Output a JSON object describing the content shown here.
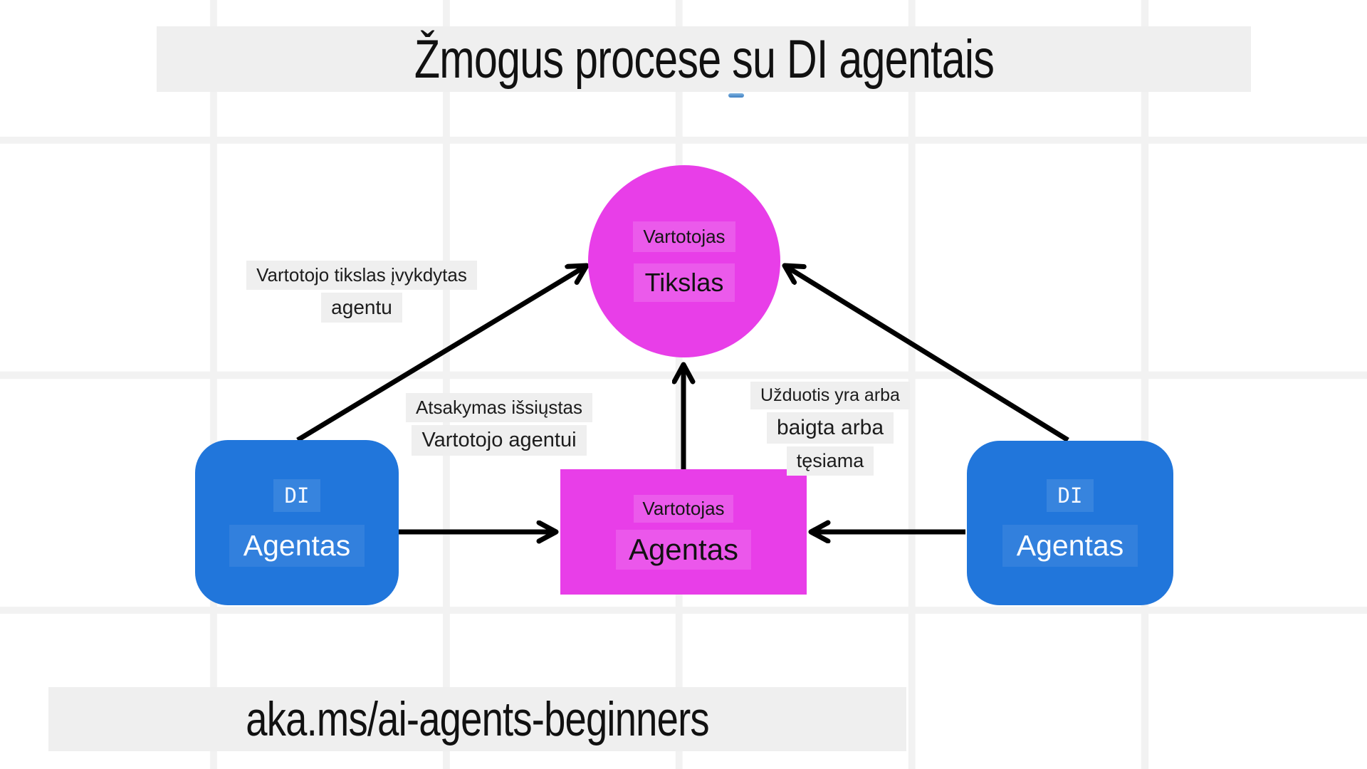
{
  "title": {
    "text": "Žmogus procese su DI agentais"
  },
  "nodes": {
    "user_goal": {
      "subtitle": "Vartotojas",
      "title": "Tikslas"
    },
    "user_agent": {
      "subtitle": "Vartotojas",
      "title": "Agentas"
    },
    "ai_agent_left": {
      "subtitle": "DI",
      "title": "Agentas"
    },
    "ai_agent_right": {
      "subtitle": "DI",
      "title": "Agentas"
    }
  },
  "edge_labels": {
    "goal_fulfilled": {
      "lines": [
        "Vartotojo tikslas įvykdytas",
        "agentu"
      ]
    },
    "response_sent": {
      "lines": [
        "Atsakymas išsiųstas",
        "Vartotojo agentui"
      ]
    },
    "task_status": {
      "lines": [
        "Užduotis yra arba",
        "baigta arba",
        "tęsiama"
      ]
    }
  },
  "footer": {
    "text": "aka.ms/ai-agents-beginners"
  },
  "colors": {
    "magenta": "#e83ee8",
    "blue": "#2176db",
    "label_background": "#efefef",
    "arrow": "#000000",
    "grid_line": "#f2f2f2",
    "accent_dash": "#3d7fc1"
  }
}
